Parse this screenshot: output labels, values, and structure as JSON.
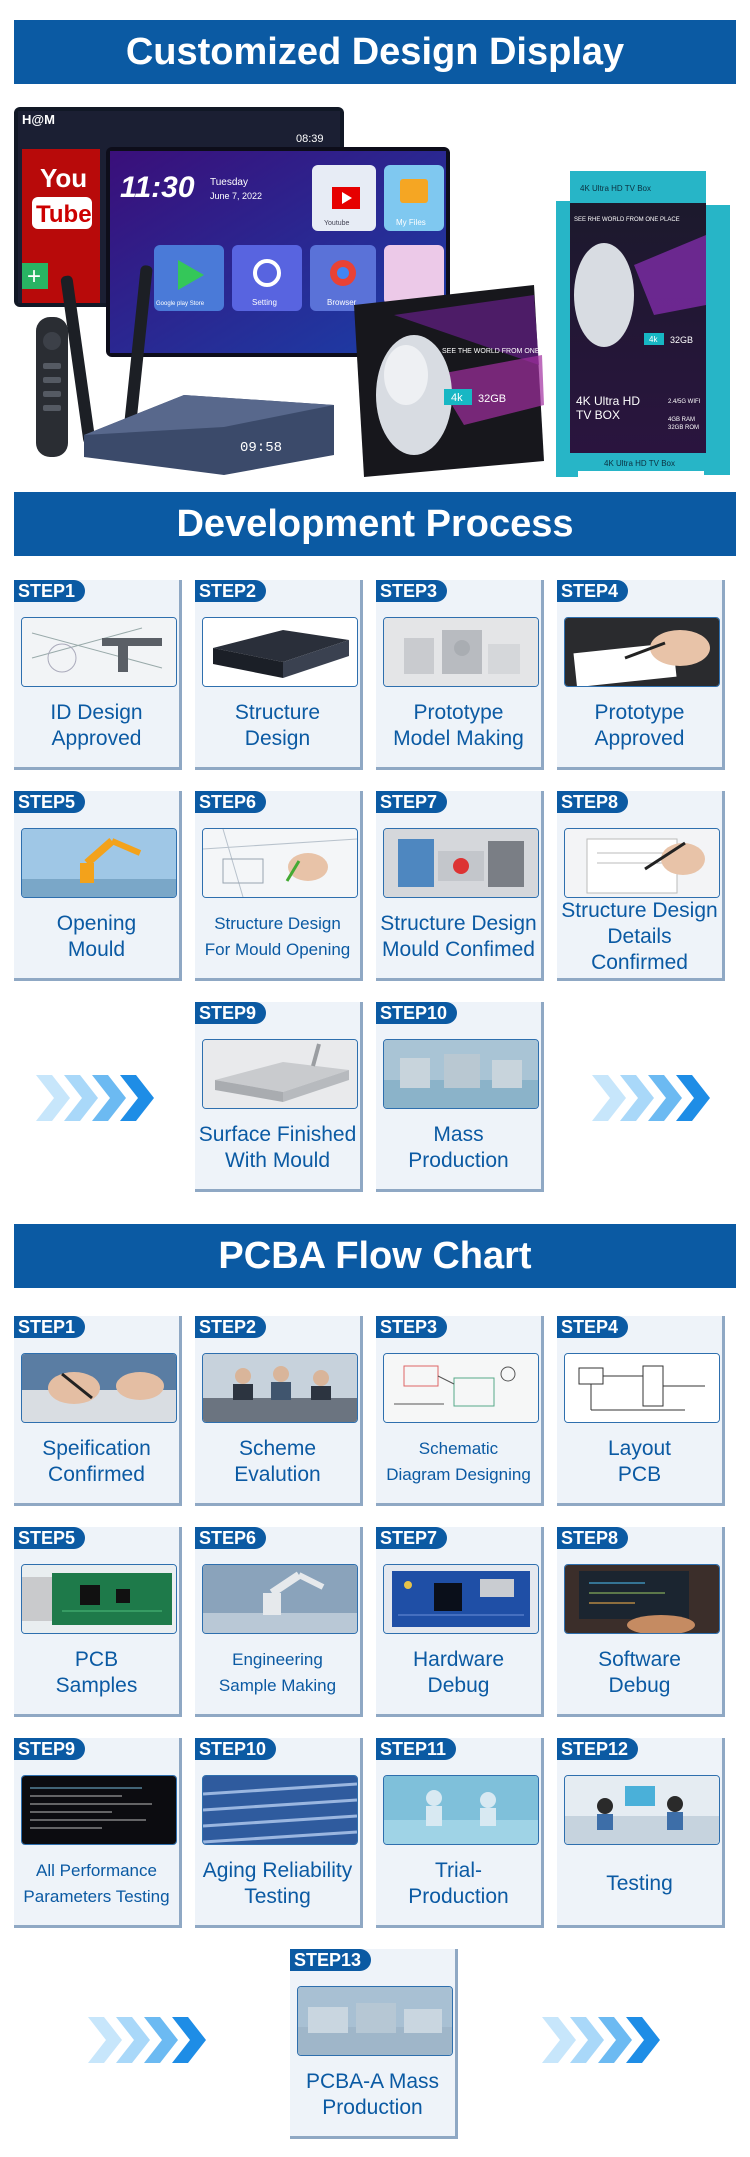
{
  "sections": {
    "customized_title": "Customized Design Display",
    "development_title": "Development Process",
    "pcba_title": "PCBA Flow Chart"
  },
  "hero": {
    "tablet_logo": "H@M",
    "youtube_you": "You",
    "youtube_tube": "Tube",
    "status_time": "08:39",
    "clock": "11:30",
    "day": "Tuesday",
    "date": "June 7, 2022",
    "tile_youtube": "Youtube",
    "tile_myfiles": "My Files",
    "tile_playstore": "Google play Store",
    "tile_setting": "Setting",
    "tile_browser": "Browser",
    "box_display": "09:58",
    "device_slogan": "SEE THE WORLD FROM ONE PLACE",
    "device_badge": "4k",
    "device_storage": "32GB",
    "pkg_slogan": "SEE RHE WORLD FROM ONE PLACE",
    "pkg_side": "4K Ultra HD TV Box",
    "pkg_title_1": "4K Ultra HD",
    "pkg_title_2": "TV BOX",
    "pkg_badge": "4k",
    "pkg_storage": "32GB",
    "pkg_wifi": "2.4/5G WIFI",
    "pkg_ram": "4GB RAM",
    "pkg_rom": "32GB ROM",
    "pkg_footer": "4K Ultra HD TV Box",
    "accent_purple": "#6a2bd6",
    "accent_teal": "#29b6c9"
  },
  "development": [
    {
      "step": "STEP1",
      "label": "ID Design\nApproved",
      "size": "big",
      "icon": "caliper-drawing-icon"
    },
    {
      "step": "STEP2",
      "label": "Structure\nDesign",
      "size": "big",
      "icon": "device-structure-icon"
    },
    {
      "step": "STEP3",
      "label": "Prototype\nModel Making",
      "size": "big",
      "icon": "prototype-model-icon"
    },
    {
      "step": "STEP4",
      "label": "Prototype\nApproved",
      "size": "big",
      "icon": "signing-document-icon"
    },
    {
      "step": "STEP5",
      "label": "Opening\nMould",
      "size": "big",
      "icon": "robot-arm-icon"
    },
    {
      "step": "STEP6",
      "label": "Structure Design\nFor Mould Opening",
      "size": "small",
      "icon": "drafting-icon"
    },
    {
      "step": "STEP7",
      "label": "Structure Design\nMould Confimed",
      "size": "big",
      "icon": "mould-machine-icon"
    },
    {
      "step": "STEP8",
      "label": "Structure Design\nDetails Confirmed",
      "size": "big",
      "icon": "clipboard-icon"
    },
    {
      "step": "STEP9",
      "label": "Surface Finished\nWith Mould",
      "size": "big",
      "icon": "finished-box-icon"
    },
    {
      "step": "STEP10",
      "label": "Mass\nProduction",
      "size": "big",
      "icon": "production-line-icon"
    }
  ],
  "pcba": [
    {
      "step": "STEP1",
      "label": "Speification\nConfirmed",
      "size": "big",
      "icon": "writing-hand-icon"
    },
    {
      "step": "STEP2",
      "label": "Scheme\nEvalution",
      "size": "big",
      "icon": "meeting-icon"
    },
    {
      "step": "STEP3",
      "label": "Schematic\nDiagram Designing",
      "size": "small",
      "icon": "schematic-icon"
    },
    {
      "step": "STEP4",
      "label": "Layout\nPCB",
      "size": "big",
      "icon": "circuit-layout-icon"
    },
    {
      "step": "STEP5",
      "label": "PCB\nSamples",
      "size": "big",
      "icon": "pcb-board-icon"
    },
    {
      "step": "STEP6",
      "label": "Engineering\nSample Making",
      "size": "small",
      "icon": "lab-robot-icon"
    },
    {
      "step": "STEP7",
      "label": "Hardware\nDebug",
      "size": "big",
      "icon": "hardware-board-icon"
    },
    {
      "step": "STEP8",
      "label": "Software\nDebug",
      "size": "big",
      "icon": "laptop-code-icon"
    },
    {
      "step": "STEP9",
      "label": "All Performance\nParameters Testing",
      "size": "small",
      "icon": "terminal-icon"
    },
    {
      "step": "STEP10",
      "label": "Aging Reliability\nTesting",
      "size": "big",
      "icon": "aging-rack-icon"
    },
    {
      "step": "STEP11",
      "label": "Trial-\nProduction",
      "size": "big",
      "icon": "clean-room-icon"
    },
    {
      "step": "STEP12",
      "label": "Testing",
      "size": "big",
      "icon": "testing-workers-icon"
    },
    {
      "step": "STEP13",
      "label": "PCBA-A Mass\nProduction",
      "size": "big",
      "icon": "factory-floor-icon"
    }
  ],
  "colors": {
    "brand_blue": "#0b5aa3",
    "card_bg": "#eef3f9",
    "arrow_light": "#bfe3fb",
    "arrow_dark": "#1e90e8"
  }
}
